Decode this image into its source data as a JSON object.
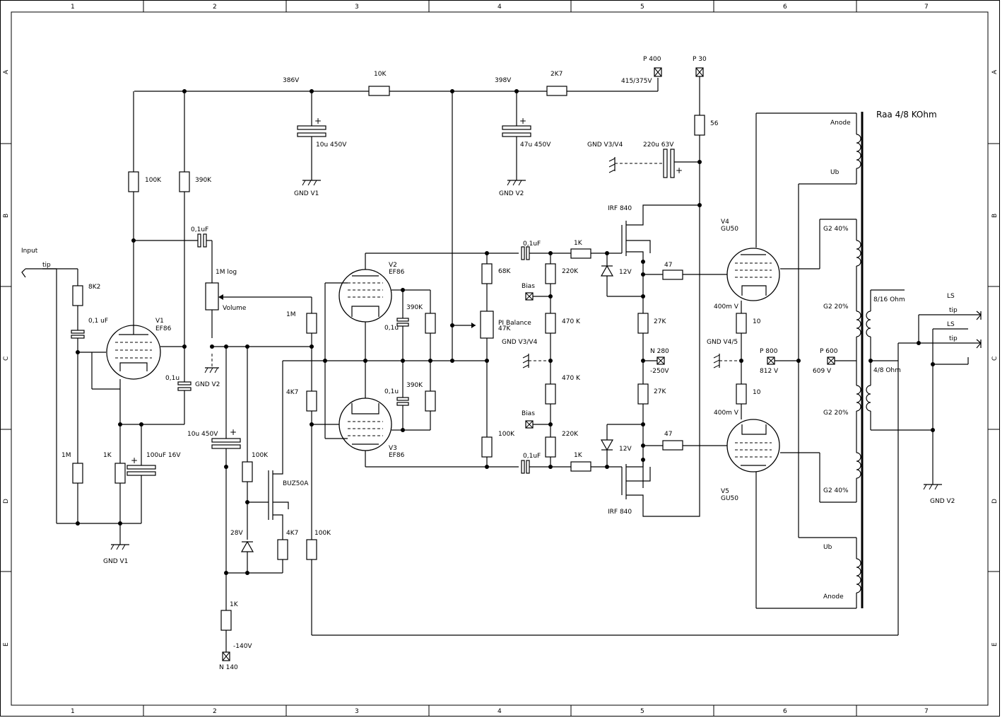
{
  "frame": {
    "columns": [
      "1",
      "2",
      "3",
      "4",
      "5",
      "6",
      "7"
    ],
    "rows": [
      "A",
      "B",
      "C",
      "D",
      "E"
    ]
  },
  "power": {
    "v386": "386V",
    "v398": "398V",
    "p400": "P 400",
    "p400_v": "415/375V",
    "p30": "P 30",
    "r10k": "10K",
    "r2k7": "2K7",
    "r56": "56",
    "c10u": "10u 450V",
    "c47u": "47u 450V",
    "gnd_v1": "GND V1",
    "gnd_v2": "GND V2",
    "gnd_v3v4": "GND V3/V4",
    "c220u": "220u 63V"
  },
  "input": {
    "label": "Input",
    "tip": "tip",
    "r8k2": "8K2",
    "c01uf": "0,1 uF",
    "r1m": "1M",
    "r1k": "1K",
    "c100u": "100uF 16V",
    "gnd_v1": "GND V1",
    "r100k": "100K",
    "r390k": "390K",
    "c01uf_cpl": "0,1uF",
    "pot": "1M log",
    "volume": "Volume",
    "c01u": "0,1u",
    "gnd_v2": "GND V2"
  },
  "tubes": {
    "v1": "V1",
    "v1_type": "EF86",
    "v2": "V2",
    "v2_type": "EF86",
    "v3": "V3",
    "v3_type": "EF86",
    "v4": "V4",
    "v4_type": "GU50",
    "v5": "V5",
    "v5_type": "GU50"
  },
  "phase_inverter": {
    "r1m": "1M",
    "r4k7": "4K7",
    "r390k_a": "390K",
    "r390k_b": "390K",
    "c01u_a": "0,1u",
    "c01u_b": "0,1u",
    "r68k": "68K",
    "pi_balance": "PI Balance",
    "pi_47k": "47K",
    "r100k": "100K"
  },
  "ccs": {
    "c10u": "10u 450V",
    "r100k": "100K",
    "buz": "BUZ50A",
    "z28v": "28V",
    "r4k7": "4K7",
    "r1k": "1K",
    "v_neg140": "-140V",
    "n140": "N 140",
    "r100k_fb": "100K"
  },
  "bias": {
    "c01uf_a": "0,1uF",
    "c01uf_b": "0,1uF",
    "r1k_a": "1K",
    "r1k_b": "1K",
    "r220k_a": "220K",
    "r220k_b": "220K",
    "bias_a": "Bias",
    "bias_b": "Bias",
    "r470k_a": "470 K",
    "r470k_b": "470 K",
    "gnd_v3v4": "GND V3/V4",
    "irf_a": "IRF 840",
    "irf_b": "IRF 840",
    "z12v_a": "12V",
    "z12v_b": "12V",
    "r47_a": "47",
    "r47_b": "47",
    "r27k_a": "27K",
    "r27k_b": "27K",
    "n280": "N 280",
    "v_neg250": "-250V"
  },
  "output": {
    "v400m_a": "400m V",
    "v400m_b": "400m V",
    "r10_a": "10",
    "r10_b": "10",
    "gnd_v45": "GND V4/5",
    "p800": "P 800",
    "v812": "812 V",
    "p600": "P 600",
    "v609": "609 V",
    "raa": "Raa 4/8 KOhm",
    "anode_top": "Anode",
    "ub_top": "Ub",
    "g2_40_top": "G2 40%",
    "g2_20_top": "G2 20%",
    "g2_20_bot": "G2 20%",
    "g2_40_bot": "G2 40%",
    "ub_bot": "Ub",
    "anode_bot": "Anode",
    "sec_816": "8/16 Ohm",
    "sec_48": "4/8 Ohm",
    "ls_a": "LS",
    "ls_b": "LS",
    "tip_a": "tip",
    "tip_b": "tip",
    "gnd_v2": "GND V2"
  }
}
